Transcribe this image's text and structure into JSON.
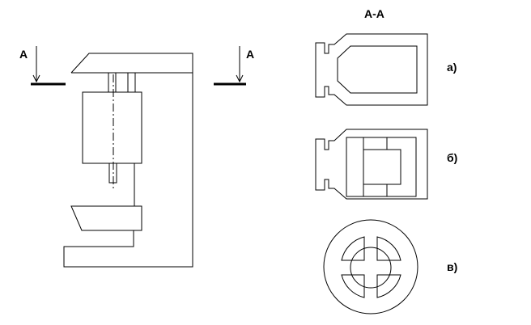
{
  "section": {
    "marker_left": "A",
    "marker_right": "A",
    "title": "A-A"
  },
  "variants": [
    {
      "label": "а)"
    },
    {
      "label": "б)"
    },
    {
      "label": "в)"
    }
  ]
}
